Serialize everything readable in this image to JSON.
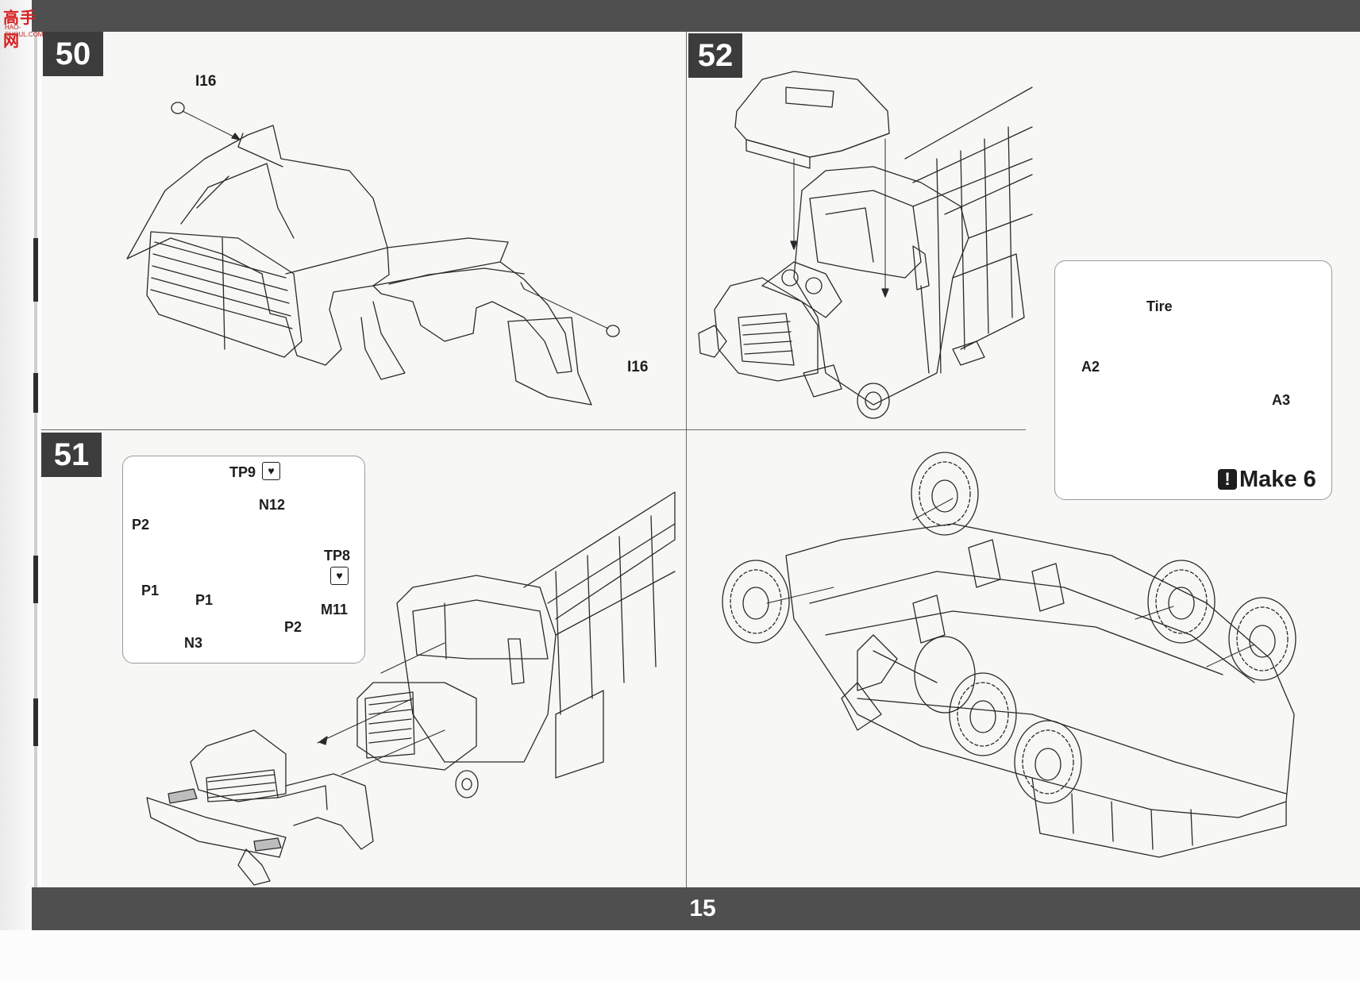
{
  "page": {
    "number": "15",
    "watermark": {
      "chinese": "高手网",
      "latin": "HAO-SHOUL.COM"
    }
  },
  "steps": [
    {
      "id": "50",
      "labels": [
        "I16",
        "I16"
      ]
    },
    {
      "id": "51",
      "labels": [
        "TP9",
        "N12",
        "P2",
        "TP8",
        "P1",
        "P1",
        "M11",
        "P2",
        "N3"
      ]
    },
    {
      "id": "52",
      "labels": [
        "Tire",
        "A2",
        "A3"
      ],
      "note": "Make 6"
    }
  ],
  "icons": {
    "glue": "glue-drop-icon",
    "warning": "exclamation-icon"
  },
  "colors": {
    "bar": "#4f4f4f",
    "step_box": "#3c3c3c",
    "line_art": "#2a2a2a"
  }
}
